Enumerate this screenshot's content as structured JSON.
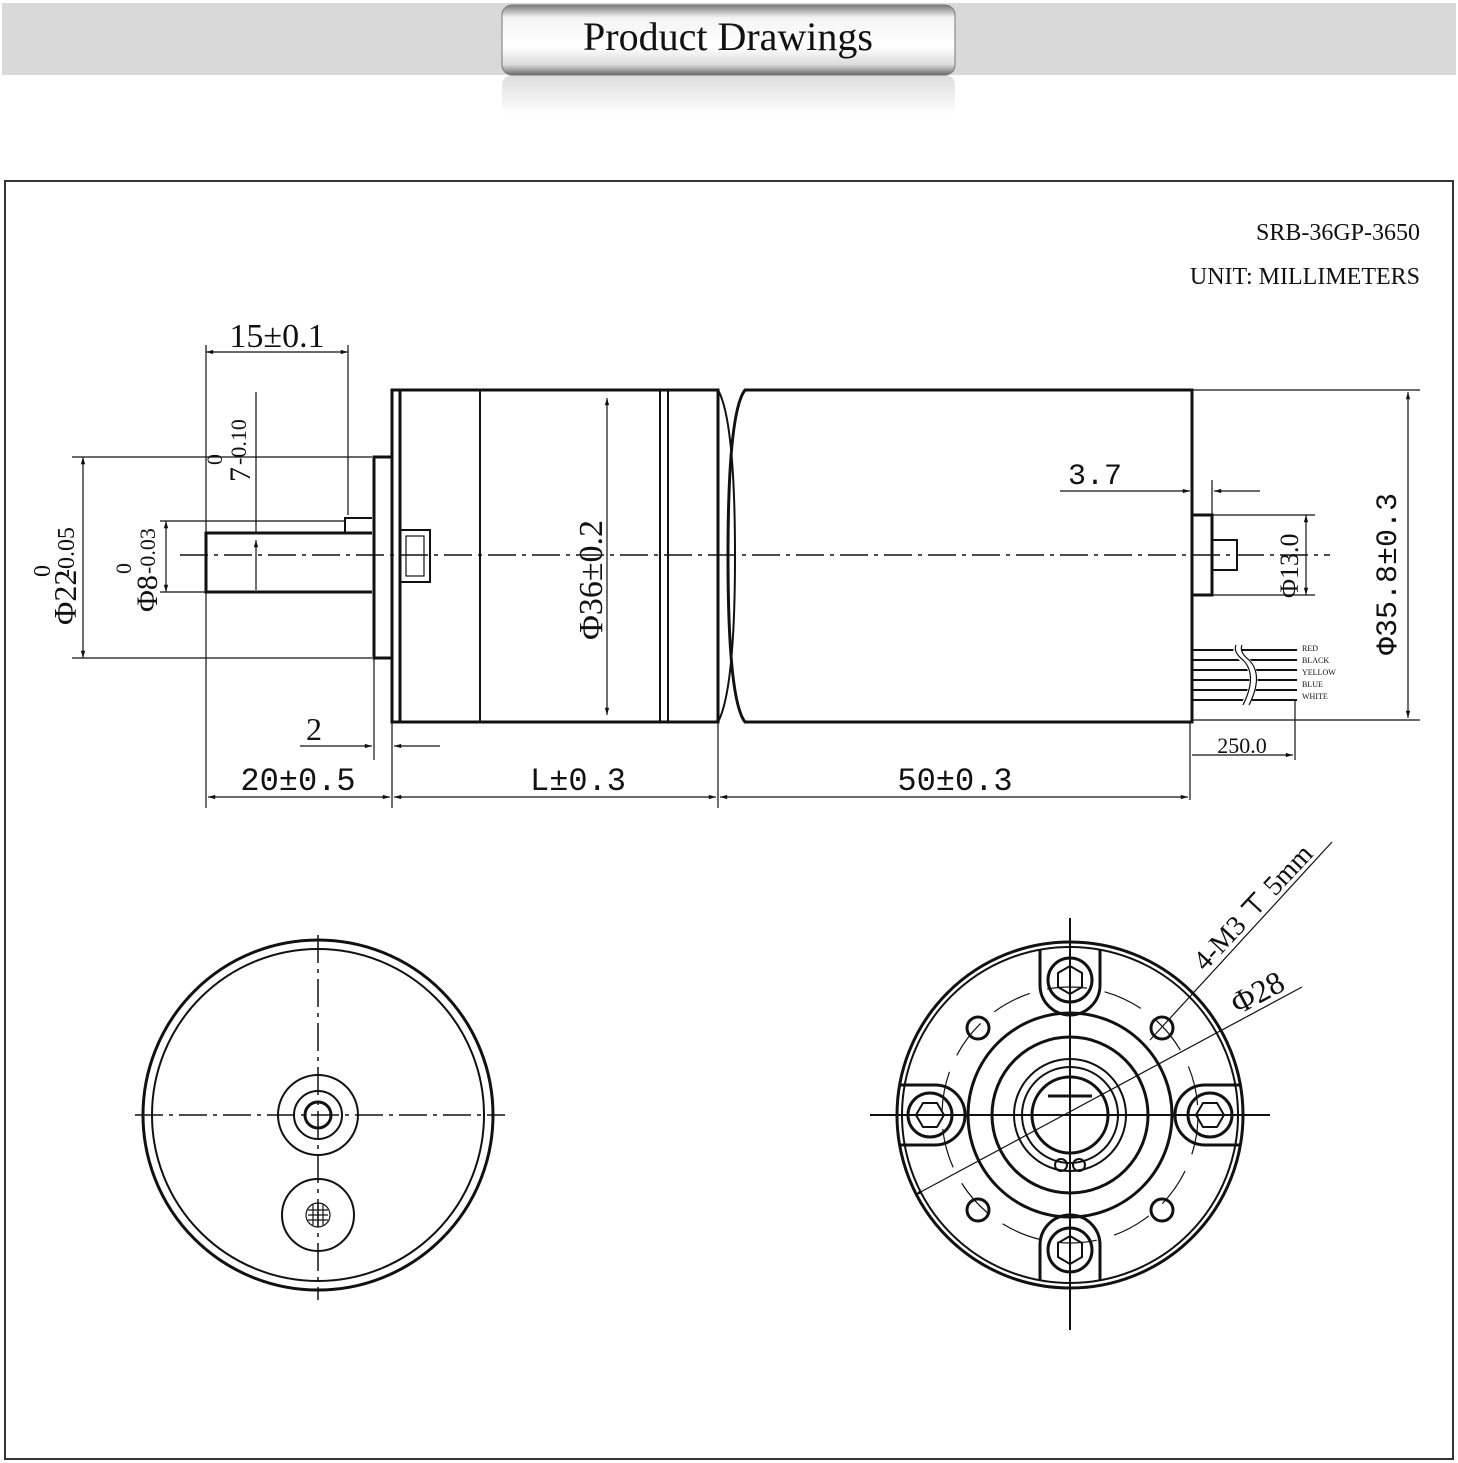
{
  "header": {
    "title": "Product Drawings"
  },
  "drawing": {
    "model": "SRB-36GP-3650",
    "unit": "UNIT: MILLIMETERS"
  },
  "side_view": {
    "shaft_length": "15±0.1",
    "flat_length": "7",
    "flat_tol_upper": "0",
    "flat_tol_lower": "-0.10",
    "pilot_dia": "Φ22",
    "pilot_tol_upper": "0",
    "pilot_tol_lower": "-0.05",
    "shaft_dia": "Φ8",
    "shaft_tol_upper": "0",
    "shaft_tol_lower": "-0.03",
    "gearbox_dia": "Φ36±0.2",
    "motor_dia": "Φ35.8±0.3",
    "boss_dia": "Φ13.0",
    "boss_len": "3.7",
    "flange_thk": "2",
    "shaft_ext": "20±0.5",
    "gearbox_len": "L±0.3",
    "motor_len": "50±0.3",
    "wire_len": "250.0",
    "wires": [
      "RED",
      "BLACK",
      "YELLOW",
      "BLUE",
      "WHITE"
    ]
  },
  "front_view": {
    "thread_callout": "4-M3 ⊤ 5mm",
    "pcd": "Φ28"
  }
}
